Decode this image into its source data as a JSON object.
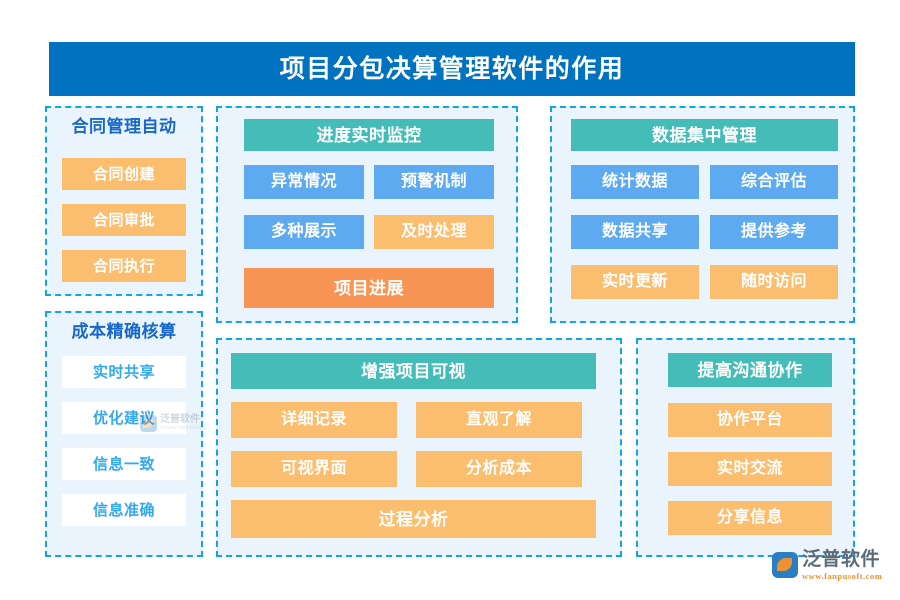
{
  "header": {
    "title": "项目分包决算管理软件的作用",
    "background": "#0072bf",
    "text_color": "#ffffff"
  },
  "colors": {
    "panel_bg": "#eaf4fd",
    "panel_border": "#12a3e8",
    "heading": "#1768c8",
    "teal": "#44bdb8",
    "blue": "#5eaaf0",
    "orange": "#fbbe6e",
    "deep_orange": "#f89454",
    "white_box_text": "#35a9f0"
  },
  "panels": {
    "contract": {
      "heading": "合同管理自动",
      "items": [
        {
          "label": "合同创建",
          "style": "orange"
        },
        {
          "label": "合同审批",
          "style": "orange"
        },
        {
          "label": "合同执行",
          "style": "orange"
        }
      ]
    },
    "cost": {
      "heading": "成本精确核算",
      "items": [
        {
          "label": "实时共享",
          "style": "white"
        },
        {
          "label": "优化建议",
          "style": "white"
        },
        {
          "label": "信息一致",
          "style": "white"
        },
        {
          "label": "信息准确",
          "style": "white"
        }
      ]
    },
    "progress": {
      "heading": "进度实时监控",
      "heading_style": "teal",
      "items": [
        {
          "label": "异常情况",
          "style": "blue"
        },
        {
          "label": "预警机制",
          "style": "blue"
        },
        {
          "label": "多种展示",
          "style": "blue"
        },
        {
          "label": "及时处理",
          "style": "orange"
        }
      ],
      "footer": {
        "label": "项目进展",
        "style": "deep-orange"
      }
    },
    "data": {
      "heading": "数据集中管理",
      "heading_style": "teal",
      "items": [
        {
          "label": "统计数据",
          "style": "blue"
        },
        {
          "label": "综合评估",
          "style": "blue"
        },
        {
          "label": "数据共享",
          "style": "blue"
        },
        {
          "label": "提供参考",
          "style": "blue"
        },
        {
          "label": "实时更新",
          "style": "orange"
        },
        {
          "label": "随时访问",
          "style": "orange"
        }
      ]
    },
    "visual": {
      "heading": "增强项目可视",
      "heading_style": "teal",
      "items": [
        {
          "label": "详细记录",
          "style": "orange"
        },
        {
          "label": "直观了解",
          "style": "orange"
        },
        {
          "label": "可视界面",
          "style": "orange"
        },
        {
          "label": "分析成本",
          "style": "orange"
        }
      ],
      "footer": {
        "label": "过程分析",
        "style": "orange"
      }
    },
    "communication": {
      "heading": "提高沟通协作",
      "heading_style": "teal",
      "items": [
        {
          "label": "协作平台",
          "style": "orange"
        },
        {
          "label": "实时交流",
          "style": "orange"
        },
        {
          "label": "分享信息",
          "style": "orange"
        }
      ]
    }
  },
  "watermark": {
    "name": "泛普软件",
    "subtitle": "FANPU SOFTWARE"
  },
  "brand": {
    "name": "泛普软件",
    "url": "www.fanpusoft.com"
  }
}
